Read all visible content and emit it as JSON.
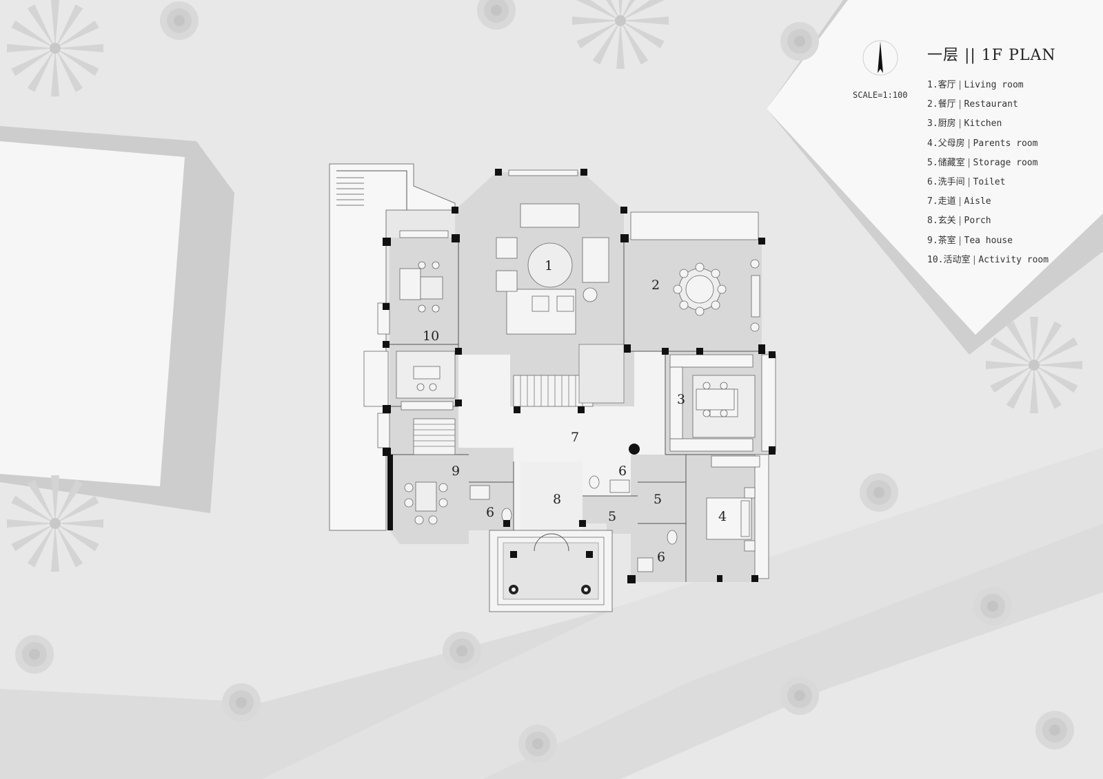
{
  "title": "一层 || 1F PLAN",
  "scale": "SCALE=1:100",
  "legend": [
    {
      "num": "1.",
      "zh": "客厅",
      "en": "Living room"
    },
    {
      "num": "2.",
      "zh": "餐厅",
      "en": "Restaurant"
    },
    {
      "num": "3.",
      "zh": "厨房",
      "en": "Kitchen"
    },
    {
      "num": "4.",
      "zh": "父母房",
      "en": "Parents room"
    },
    {
      "num": "5.",
      "zh": "储藏室",
      "en": "Storage room"
    },
    {
      "num": "6.",
      "zh": "洗手间",
      "en": "Toilet"
    },
    {
      "num": "7.",
      "zh": "走道",
      "en": "Aisle"
    },
    {
      "num": "8.",
      "zh": "玄关",
      "en": "Porch"
    },
    {
      "num": "9.",
      "zh": "茶室",
      "en": "Tea house"
    },
    {
      "num": "10.",
      "zh": "活动室",
      "en": "Activity room"
    }
  ],
  "room_labels": [
    "1",
    "2",
    "3",
    "4",
    "5",
    "5",
    "6",
    "6",
    "6",
    "7",
    "8",
    "9",
    "10"
  ],
  "colors": {
    "background": "#e8e8e8",
    "paper": "#f5f5f5",
    "floor": "#d6d6d6",
    "wall": "#111111"
  },
  "icons": [
    "north-arrow-icon",
    "tree-icon",
    "palm-icon"
  ]
}
